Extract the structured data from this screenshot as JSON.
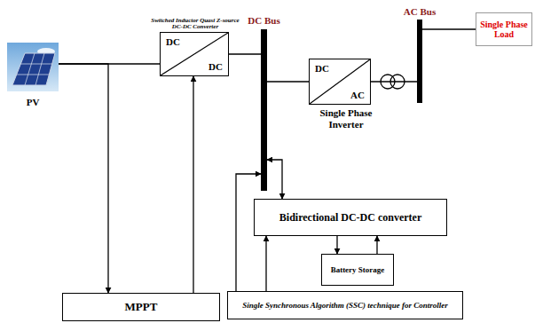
{
  "diagram": {
    "nodes": [
      {
        "text": [
          "PV"
        ]
      },
      {
        "text": [
          "Switched Inductor Quasi Z-source DC-DC Converter",
          "DC",
          "DC"
        ]
      },
      {
        "text": [
          "DC Bus"
        ]
      },
      {
        "text": [
          "DC",
          "AC",
          "Single Phase Inverter"
        ]
      },
      {
        "text": [
          "AC Bus"
        ]
      },
      {
        "text": [
          "Single Phase Load"
        ]
      },
      {
        "text": [
          "Bidirectional DC-DC converter"
        ]
      },
      {
        "text": [
          "Battery Storage"
        ]
      },
      {
        "text": [
          "MPPT"
        ]
      },
      {
        "text": [
          "Single Synchronous Algorithm (SSC) technique for Controller"
        ]
      }
    ],
    "edges": [
      {
        "from": 0,
        "to": 1,
        "arrow": "none"
      },
      {
        "from": 1,
        "to": 2,
        "arrow": "none"
      },
      {
        "from": 2,
        "to": 3,
        "arrow": "none"
      },
      {
        "from": 3,
        "to": 4,
        "arrow": "none"
      },
      {
        "from": 4,
        "to": 5,
        "arrow": "none"
      },
      {
        "from": 2,
        "to": 6,
        "arrow": "both"
      },
      {
        "from": 6,
        "to": 7,
        "arrow": "to"
      },
      {
        "from": 7,
        "to": 6,
        "arrow": "to"
      },
      {
        "from": 0,
        "to": 8,
        "arrow": "to"
      },
      {
        "from": 8,
        "to": 1,
        "arrow": "to"
      },
      {
        "from": 9,
        "to": 2,
        "arrow": "to"
      },
      {
        "from": 9,
        "to": 6,
        "arrow": "to"
      }
    ]
  }
}
